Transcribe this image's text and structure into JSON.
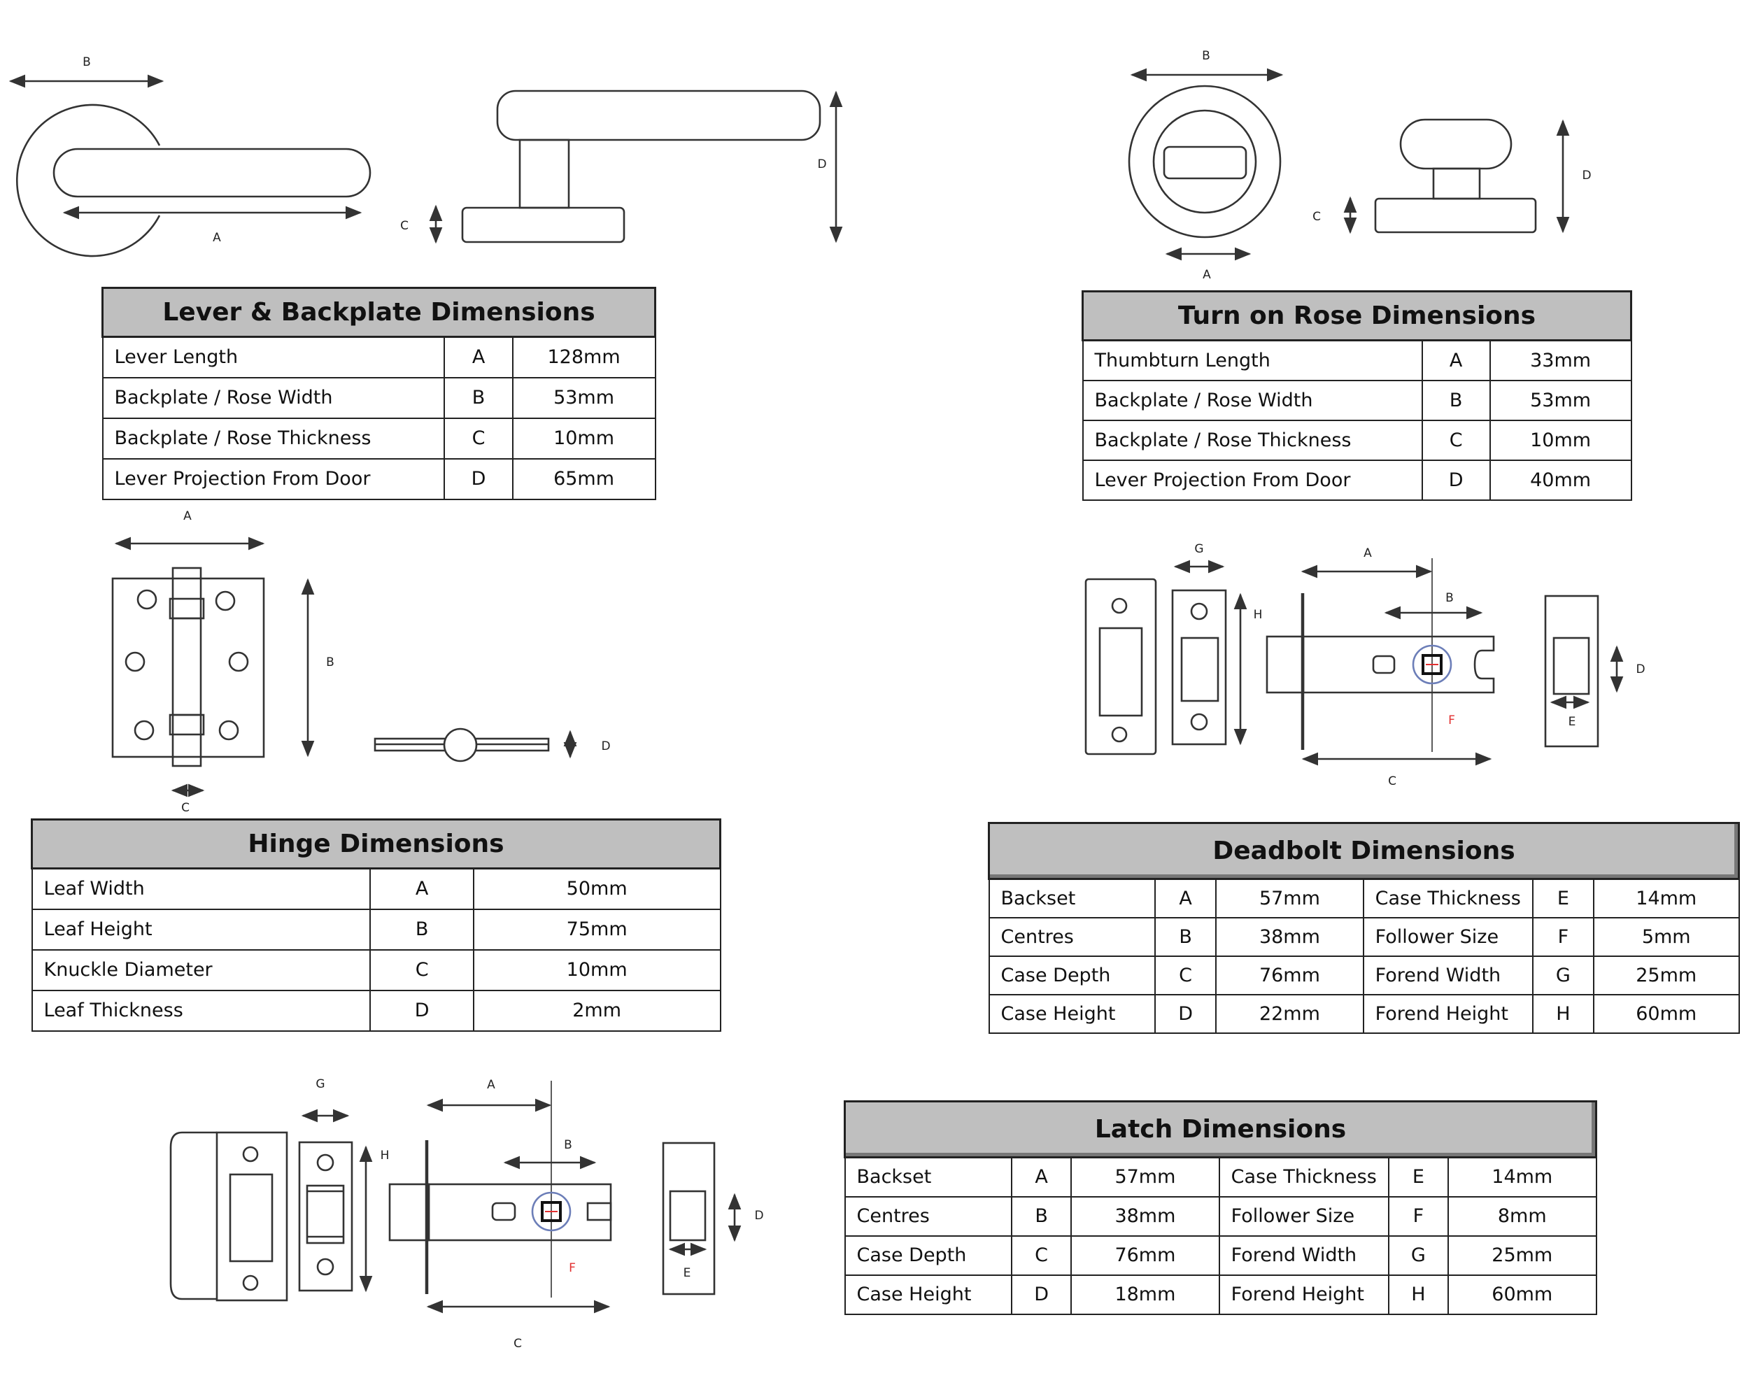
{
  "labels": {
    "A": "A",
    "B": "B",
    "C": "C",
    "D": "D",
    "E": "E",
    "F": "F",
    "G": "G",
    "H": "H"
  },
  "lever_table": {
    "title": "Lever & Backplate Dimensions",
    "rows": [
      {
        "name": "Lever Length",
        "code": "A",
        "value": "128mm"
      },
      {
        "name": "Backplate / Rose Width",
        "code": "B",
        "value": "53mm"
      },
      {
        "name": "Backplate / Rose Thickness",
        "code": "C",
        "value": "10mm"
      },
      {
        "name": "Lever Projection From Door",
        "code": "D",
        "value": "65mm"
      }
    ]
  },
  "turn_table": {
    "title": "Turn on Rose Dimensions",
    "rows": [
      {
        "name": "Thumbturn Length",
        "code": "A",
        "value": "33mm"
      },
      {
        "name": "Backplate / Rose Width",
        "code": "B",
        "value": "53mm"
      },
      {
        "name": "Backplate / Rose Thickness",
        "code": "C",
        "value": "10mm"
      },
      {
        "name": "Lever Projection From Door",
        "code": "D",
        "value": "40mm"
      }
    ]
  },
  "hinge_table": {
    "title": "Hinge Dimensions",
    "rows": [
      {
        "name": "Leaf Width",
        "code": "A",
        "value": "50mm"
      },
      {
        "name": "Leaf Height",
        "code": "B",
        "value": "75mm"
      },
      {
        "name": "Knuckle Diameter",
        "code": "C",
        "value": "10mm"
      },
      {
        "name": "Leaf Thickness",
        "code": "D",
        "value": "2mm"
      }
    ]
  },
  "deadbolt_table": {
    "title": "Deadbolt Dimensions",
    "rows": [
      {
        "name": "Backset",
        "code": "A",
        "value": "57mm",
        "name2": "Case Thickness",
        "code2": "E",
        "value2": "14mm"
      },
      {
        "name": "Centres",
        "code": "B",
        "value": "38mm",
        "name2": "Follower Size",
        "code2": "F",
        "value2": "5mm"
      },
      {
        "name": "Case Depth",
        "code": "C",
        "value": "76mm",
        "name2": "Forend Width",
        "code2": "G",
        "value2": "25mm"
      },
      {
        "name": "Case Height",
        "code": "D",
        "value": "22mm",
        "name2": "Forend Height",
        "code2": "H",
        "value2": "60mm"
      }
    ]
  },
  "latch_table": {
    "title": "Latch Dimensions",
    "rows": [
      {
        "name": "Backset",
        "code": "A",
        "value": "57mm",
        "name2": "Case Thickness",
        "code2": "E",
        "value2": "14mm"
      },
      {
        "name": "Centres",
        "code": "B",
        "value": "38mm",
        "name2": "Follower Size",
        "code2": "F",
        "value2": "8mm"
      },
      {
        "name": "Case Depth",
        "code": "C",
        "value": "76mm",
        "name2": "Forend Width",
        "code2": "G",
        "value2": "25mm"
      },
      {
        "name": "Case Height",
        "code": "D",
        "value": "18mm",
        "name2": "Forend Height",
        "code2": "H",
        "value2": "60mm"
      }
    ]
  }
}
